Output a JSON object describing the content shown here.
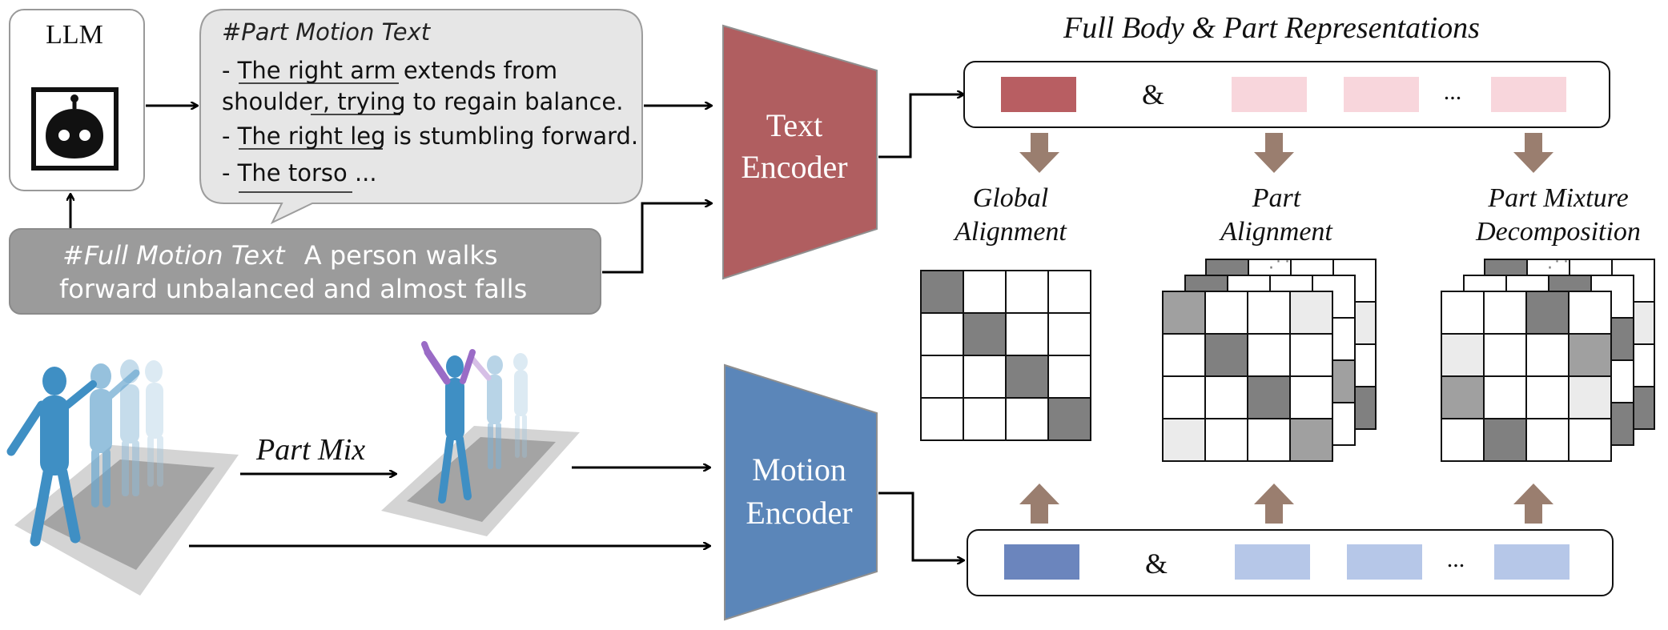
{
  "llm": {
    "label": "LLM",
    "icon": "robot-icon"
  },
  "part_text": {
    "heading": "#Part Motion Text",
    "line1a": "- The right arm extends from",
    "line1b": "shoulder, trying to regain balance.",
    "line2": "- The right leg is stumbling forward.",
    "line3": "- The torso ..."
  },
  "full_text": {
    "heading": "#Full Motion Text",
    "line1": "A person walks",
    "line2": "forward unbalanced and almost falls"
  },
  "part_mix": {
    "label": "Part Mix"
  },
  "text_encoder": {
    "line1": "Text",
    "line2": "Encoder"
  },
  "motion_encoder": {
    "line1": "Motion",
    "line2": "Encoder"
  },
  "representations": {
    "title": "Full Body & Part Representations",
    "amp": "&",
    "ellipsis": "..."
  },
  "alignments": {
    "global_line1": "Global",
    "global_line2": "Alignment",
    "part_line1": "Part",
    "part_line2": "Alignment",
    "mixture_line1": "Part Mixture",
    "mixture_line2": "Decomposition"
  },
  "colors": {
    "text_encoder": "#b05e60",
    "motion_encoder": "#5b86b9",
    "text_full": "#b85e62",
    "text_part": "#f8d6dc",
    "motion_full": "#6b85bd",
    "motion_part": "#b6c7e8",
    "arrow_brown": "#9a7e6f",
    "bubble": "#e6e6e6",
    "full_text_box": "#9b9b9b"
  }
}
